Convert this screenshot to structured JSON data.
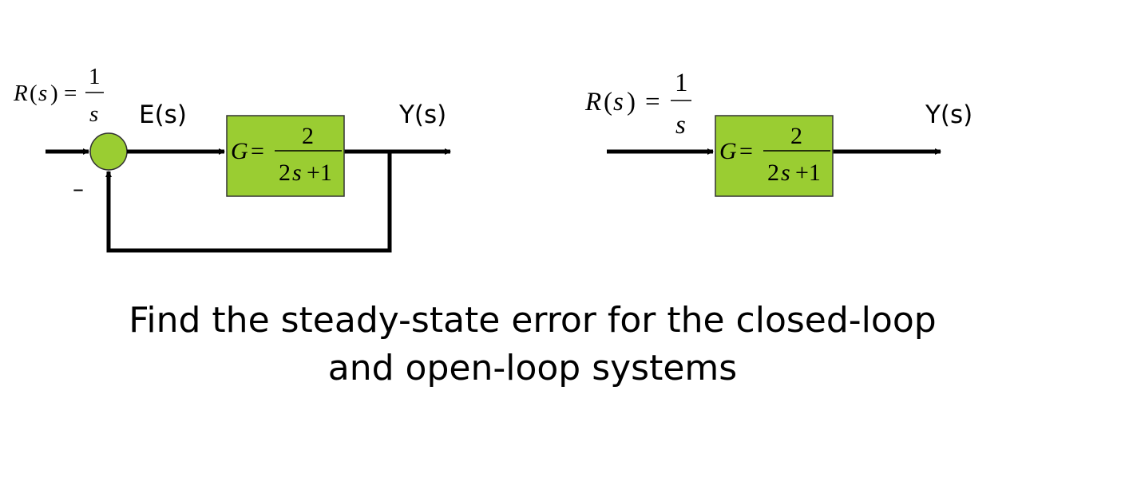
{
  "closed_loop": {
    "input": {
      "lhs": "R",
      "arg": "s",
      "num": "1",
      "den": "s"
    },
    "error_label": "E(s)",
    "output_label": "Y(s)",
    "sum_sign": "–",
    "block": {
      "g": "G",
      "num": "2",
      "den_a": "2",
      "den_var": "s",
      "den_b": "+1"
    }
  },
  "open_loop": {
    "input": {
      "lhs": "R",
      "arg": "s",
      "num": "1",
      "den": "s"
    },
    "output_label": "Y(s)",
    "block": {
      "g": "G",
      "num": "2",
      "den_a": "2",
      "den_var": "s",
      "den_b": "+1"
    }
  },
  "question": {
    "line1": "Find the steady-state error for the closed-loop",
    "line2": "and open-loop systems"
  },
  "colors": {
    "block_fill": "#9ACD32",
    "block_stroke": "#333333",
    "line": "#000000"
  }
}
